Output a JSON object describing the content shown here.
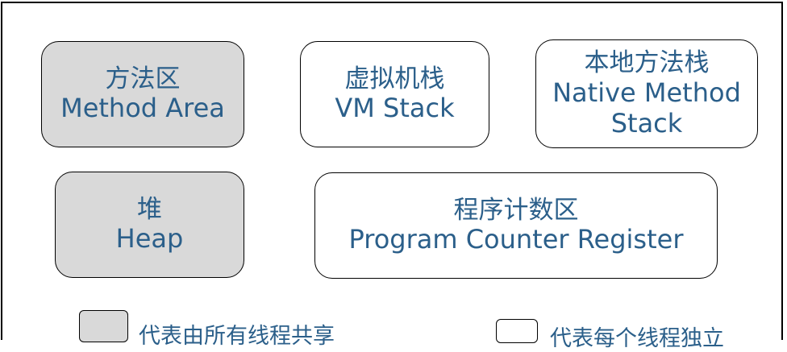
{
  "blocks": {
    "method_area": {
      "cn": "方法区",
      "en": "Method Area"
    },
    "vm_stack": {
      "cn": "虚拟机栈",
      "en": "VM Stack"
    },
    "native_stack": {
      "cn": "本地方法栈",
      "en_line1": "Native Method",
      "en_line2": "Stack"
    },
    "heap": {
      "cn": "堆",
      "en": "Heap"
    },
    "pc_register": {
      "cn": "程序计数区",
      "en": "Program Counter Register"
    }
  },
  "legend": {
    "shared": "代表由所有线程共享",
    "private": "代表每个线程独立"
  },
  "colors": {
    "text": "#2b5f8a",
    "shared_fill": "#d9d9d9",
    "private_fill": "#ffffff",
    "border": "#000000"
  }
}
